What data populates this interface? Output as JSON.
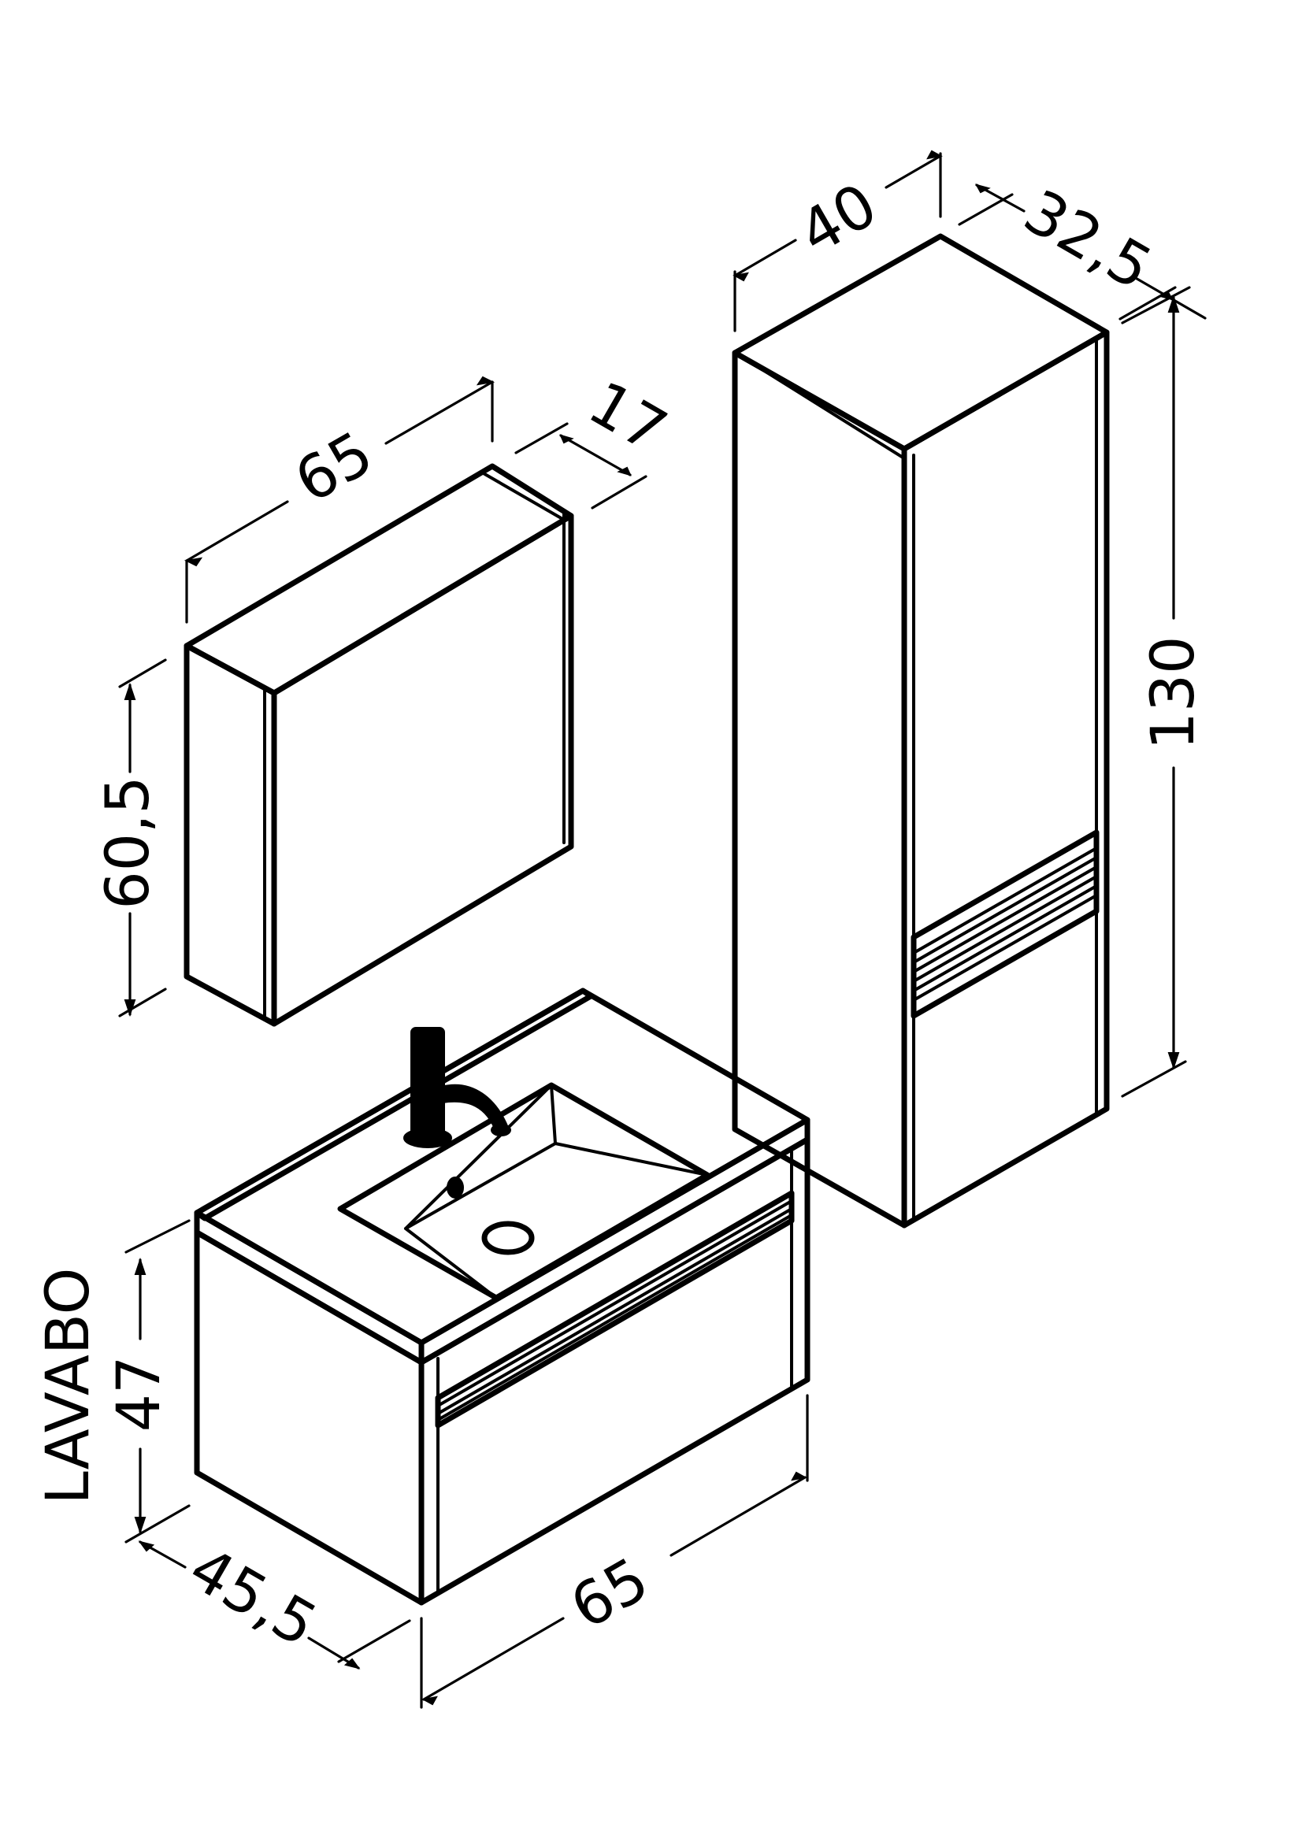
{
  "mirror_cabinet": {
    "width_label": "65",
    "depth_label": "17",
    "height_label": "60,5"
  },
  "tall_cabinet": {
    "width_label": "40",
    "depth_label": "32,5",
    "height_label": "130"
  },
  "vanity_unit": {
    "name_label": "LAVABO",
    "height_label": "47",
    "depth_label": "45,5",
    "width_label": "65"
  }
}
